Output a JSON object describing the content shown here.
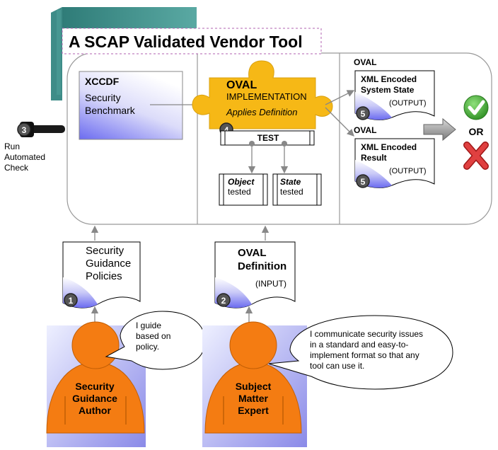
{
  "title": "A SCAP Validated Vendor Tool",
  "xccdf": {
    "heading": "XCCDF",
    "line1": "Security",
    "line2": "Benchmark"
  },
  "oval_impl": {
    "heading": "OVAL",
    "sub": "IMPLEMENTATION",
    "italic": "Applies Definition",
    "badge": "4"
  },
  "test": {
    "label": "TEST"
  },
  "object": {
    "label": "Object",
    "sub": "tested"
  },
  "state": {
    "label": "State",
    "sub": "tested"
  },
  "output1": {
    "section": "OVAL",
    "line1": "XML Encoded",
    "line2": "System State",
    "tag": "(OUTPUT)",
    "badge": "5"
  },
  "output2": {
    "section": "OVAL",
    "line1": "XML Encoded",
    "line2": "Result",
    "tag": "(OUTPUT)",
    "badge": "5"
  },
  "or_label": "OR",
  "run": {
    "badge": "3",
    "line1": "Run",
    "line2": "Automated",
    "line3": "Check"
  },
  "policies": {
    "line1": "Security",
    "line2": "Guidance",
    "line3": "Policies",
    "badge": "1"
  },
  "definition": {
    "line1": "OVAL",
    "line2": "Definition",
    "tag": "(INPUT)",
    "badge": "2"
  },
  "author": {
    "line1": "Security",
    "line2": "Guidance",
    "line3": "Author",
    "bubble1": "I guide",
    "bubble2": "based on",
    "bubble3": "policy."
  },
  "expert": {
    "line1": "Subject",
    "line2": "Matter",
    "line3": "Expert",
    "bubble1": "I communicate security issues",
    "bubble2": "in a standard and easy-to-",
    "bubble3": "implement format so that any",
    "bubble4": "tool can use it."
  },
  "colors": {
    "accent_blue": "#6b6bf0",
    "person_orange": "#f47c12",
    "puzzle_yellow": "#f6b816",
    "check_green": "#3aa82e",
    "cross_red": "#d93030",
    "box_teal": "#3e8c88"
  }
}
